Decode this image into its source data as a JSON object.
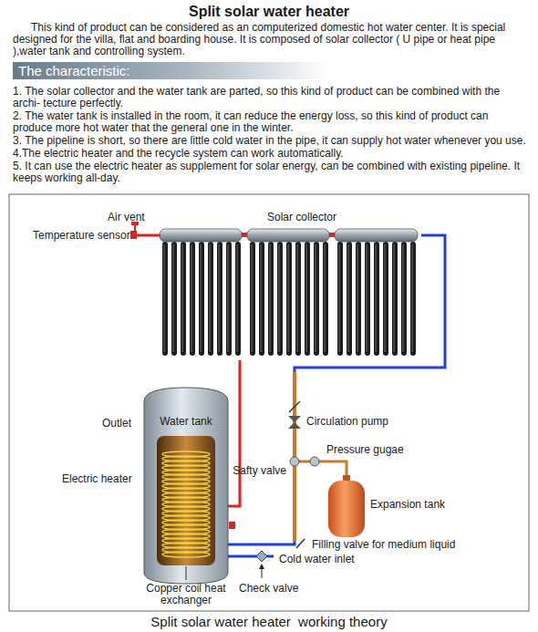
{
  "diagram": {
    "title": "Split solar water heater",
    "caption": "Split solar water heater  working theory",
    "nodes": [
      {
        "text": [
          "The characteristic:"
        ]
      },
      {
        "text": [
          "Solar collector"
        ]
      },
      {
        "text": [
          "Water tank"
        ]
      },
      {
        "text": [
          "Expansion tank"
        ]
      }
    ],
    "edges": [
      {
        "from": 1,
        "to": 2,
        "arrow": "none"
      },
      {
        "from": 2,
        "to": 1,
        "arrow": "none"
      }
    ],
    "labels": [
      "This kind of product can be considered as an computerized domestic hot water center. It is special designed for the villa, flat and boarding house. It is composed of solar collector ( U pipe or heat pipe ),water tank and controlling system.",
      "1. The solar collector and the water tank are parted, so this kind of product can be combined with the archi- tecture perfectly.",
      "2. The water tank is installed in the room, it can reduce the energy loss, so this kind of product can produce more hot water that the general one in the winter.",
      "3. The pipeline is short, so there are little cold water in the pipe, it can supply hot water whenever you use.",
      "4.The electric heater and the recycle system can work automatically.",
      "5. It can use the electric heater as supplement for solar energy, can be combined with existing pipeline. It keeps working all-day.",
      "Air vent",
      "Temperature sensor",
      "Outlet",
      "Electric heater",
      "Circulation pump",
      "Pressure gugae",
      "Safty valve",
      "Filling valve for medium liquid",
      "Cold water inlet",
      "Check valve",
      "Copper coil heat exchanger"
    ]
  }
}
